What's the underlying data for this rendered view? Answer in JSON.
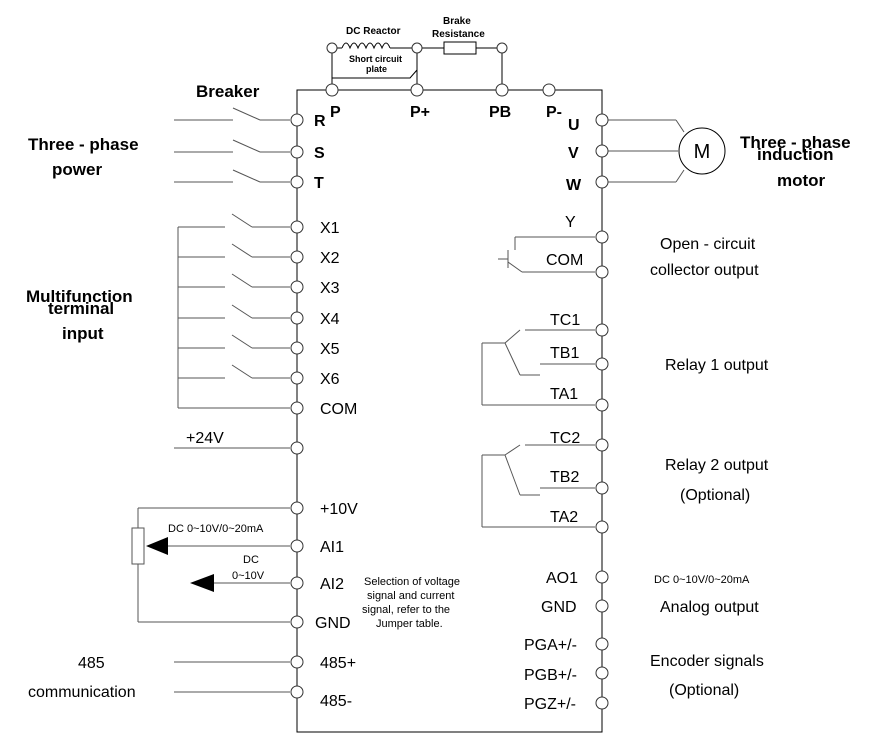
{
  "top": {
    "dc_reactor": "DC Reactor",
    "short_circuit_1": "Short circuit",
    "short_circuit_2": "plate",
    "brake_1": "Brake",
    "brake_2": "Resistance"
  },
  "dc_terminals": {
    "p": "P",
    "pplus": "P+",
    "pb": "PB",
    "pminus": "P-"
  },
  "left": {
    "breaker": "Breaker",
    "power_1": "Three - phase",
    "power_2": "power",
    "plus24": "+24V"
  },
  "power_terminals": {
    "r": "R",
    "s": "S",
    "t": "T"
  },
  "motor": {
    "symbol": "M",
    "label_1": "Three - phase",
    "label_2": "induction",
    "label_3": "motor"
  },
  "motor_terminals": {
    "u": "U",
    "v": "V",
    "w": "W"
  },
  "inputs": {
    "label_1": "Multifunction",
    "label_2": "terminal",
    "label_3": "input",
    "terminals": [
      "X1",
      "X2",
      "X3",
      "X4",
      "X5",
      "X6",
      "COM"
    ]
  },
  "analog_in": {
    "terminals": [
      "+10V",
      "AI1",
      "AI2",
      "GND"
    ],
    "ai1_range": "DC 0~10V/0~20mA",
    "ai2_range_1": "DC",
    "ai2_range_2": "0~10V",
    "note": [
      "Selection of voltage",
      "signal and current",
      "signal, refer to the",
      "Jumper table."
    ]
  },
  "rs485": {
    "terminals": [
      "485+",
      "485-"
    ],
    "label_1": "485",
    "label_2": "communication"
  },
  "open_collector": {
    "terminals": [
      "Y",
      "COM"
    ],
    "label_1": "Open - circuit",
    "label_2": "collector output"
  },
  "relay1": {
    "terminals": [
      "TC1",
      "TB1",
      "TA1"
    ],
    "label": "Relay 1 output"
  },
  "relay2": {
    "terminals": [
      "TC2",
      "TB2",
      "TA2"
    ],
    "label": "Relay 2 output",
    "optional": "(Optional)"
  },
  "analog_out": {
    "terminals": [
      "AO1",
      "GND"
    ],
    "range": "DC 0~10V/0~20mA",
    "label": "Analog output"
  },
  "encoder": {
    "terminals": [
      "PGA+/-",
      "PGB+/-",
      "PGZ+/-"
    ],
    "label": "Encoder signals",
    "optional": "(Optional)"
  }
}
